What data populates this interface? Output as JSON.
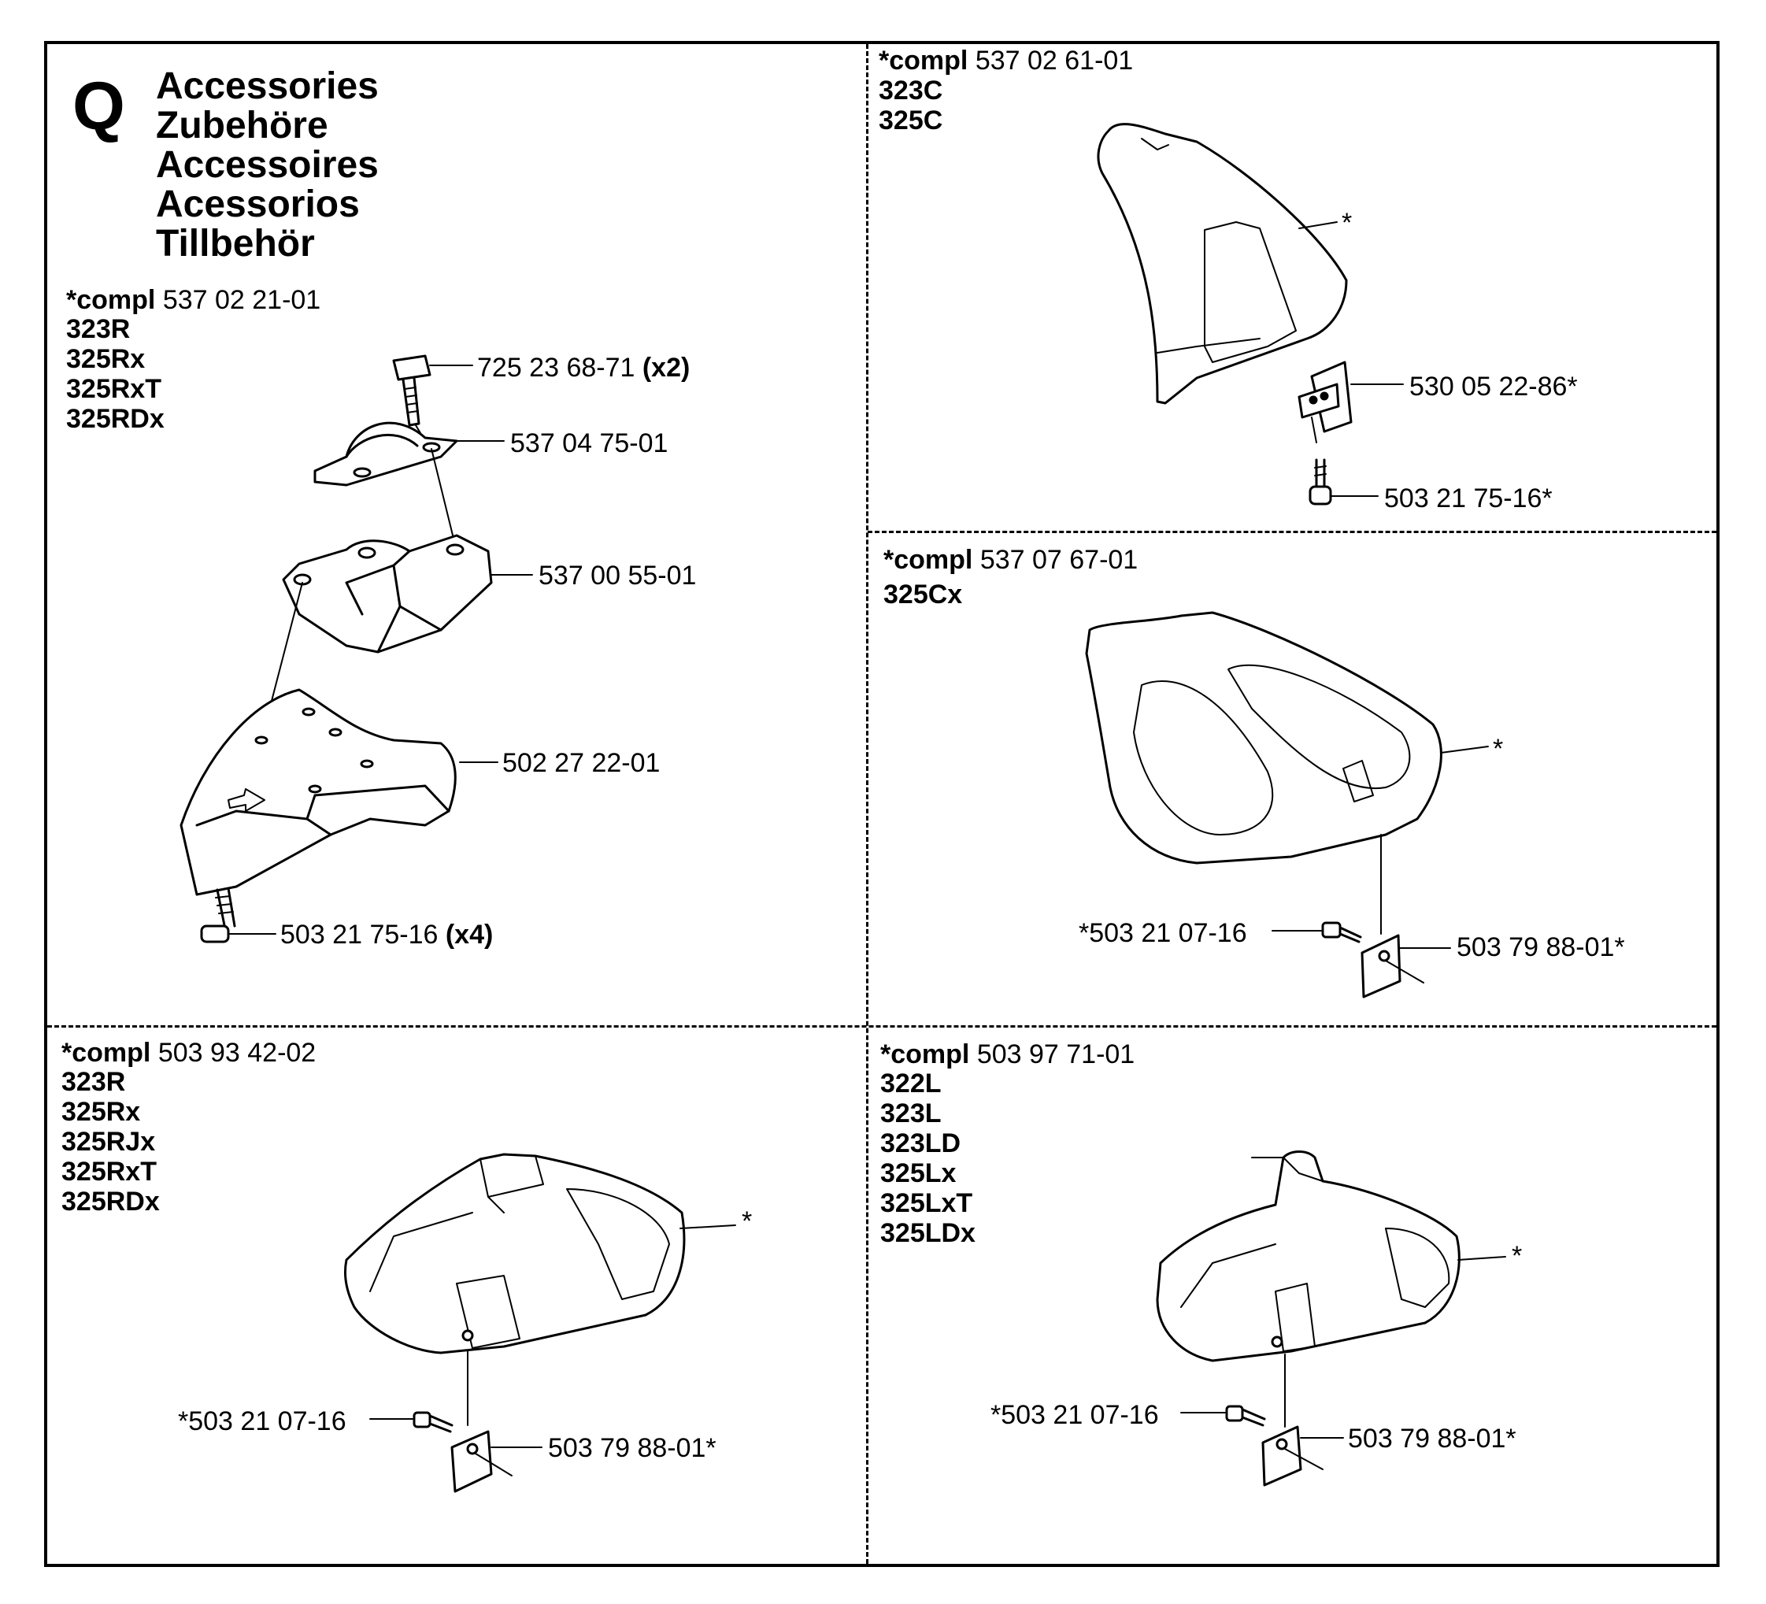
{
  "section_letter": "Q",
  "titles": [
    "Accessories",
    "Zubehöre",
    "Accessoires",
    "Acessorios",
    "Tillbehör"
  ],
  "panels": {
    "top_left": {
      "compl_prefix": "*compl",
      "compl_number": "537 02 21-01",
      "models": [
        "323R",
        "325Rx",
        "325RxT",
        "325RDx"
      ],
      "callouts": {
        "bolt": "725 23 68-71",
        "bolt_qty": "(x2)",
        "clamp": "537 04 75-01",
        "bracket": "537 00 55-01",
        "guard": "502 27 22-01",
        "screw": "503 21 75-16",
        "screw_qty": "(x4)"
      }
    },
    "top_right": {
      "compl_prefix": "*compl",
      "compl_number": "537 02 61-01",
      "models": [
        "323C",
        "325C"
      ],
      "callouts": {
        "guard": "*",
        "bracket": "530 05 22-86*",
        "screw": "503 21 75-16*"
      }
    },
    "middle_right": {
      "compl_prefix": "*compl",
      "compl_number": "537 07 67-01",
      "models": [
        "325Cx"
      ],
      "callouts": {
        "guard": "*",
        "screw": "*503 21 07-16",
        "plate": "503 79 88-01*"
      }
    },
    "bottom_left": {
      "compl_prefix": "*compl",
      "compl_number": "503 93 42-02",
      "models": [
        "323R",
        "325Rx",
        "325RJx",
        "325RxT",
        "325RDx"
      ],
      "callouts": {
        "guard": "*",
        "screw": "*503 21 07-16",
        "plate": "503 79 88-01*"
      }
    },
    "bottom_right": {
      "compl_prefix": "*compl",
      "compl_number": "503 97 71-01",
      "models": [
        "322L",
        "323L",
        "323LD",
        "325Lx",
        "325LxT",
        "325LDx"
      ],
      "callouts": {
        "guard": "*",
        "screw": "*503 21 07-16",
        "plate": "503 79 88-01*"
      }
    }
  }
}
